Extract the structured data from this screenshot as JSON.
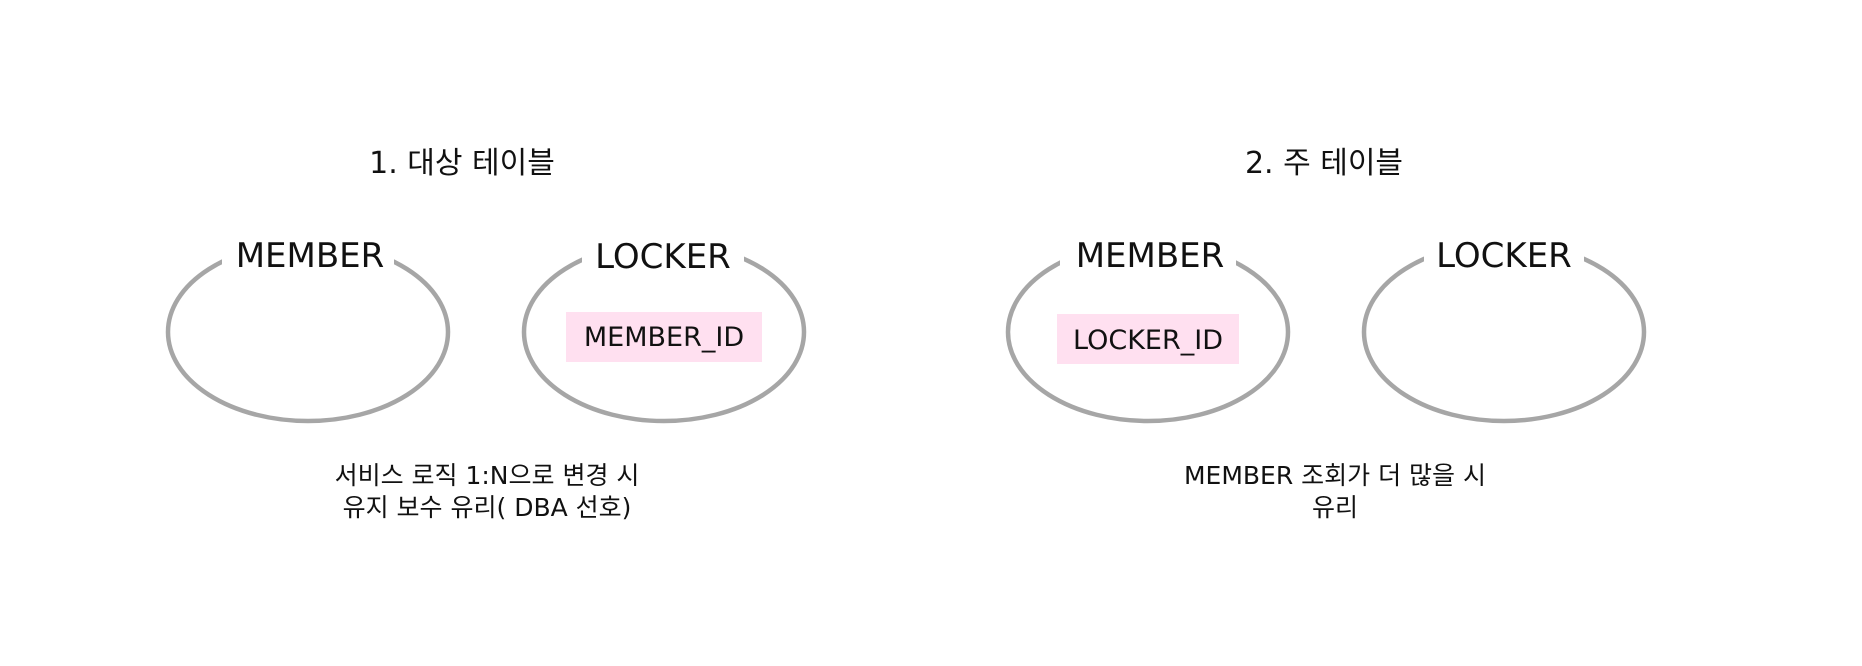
{
  "colors": {
    "ellipse_stroke": "#a6a6a6",
    "fk_highlight": "#ffe0f0",
    "text": "#111111",
    "background": "#ffffff"
  },
  "sections": [
    {
      "title": "1. 대상 테이블",
      "left_entity": {
        "label": "MEMBER",
        "fk_label": ""
      },
      "right_entity": {
        "label": "LOCKER",
        "fk_label": "MEMBER_ID"
      },
      "caption_lines": [
        "서비스 로직 1:N으로 변경 시",
        "유지 보수 유리( DBA 선호)"
      ]
    },
    {
      "title": "2. 주 테이블",
      "left_entity": {
        "label": "MEMBER",
        "fk_label": "LOCKER_ID"
      },
      "right_entity": {
        "label": "LOCKER",
        "fk_label": ""
      },
      "caption_lines": [
        "MEMBER 조회가 더 많을 시",
        "유리"
      ]
    }
  ]
}
